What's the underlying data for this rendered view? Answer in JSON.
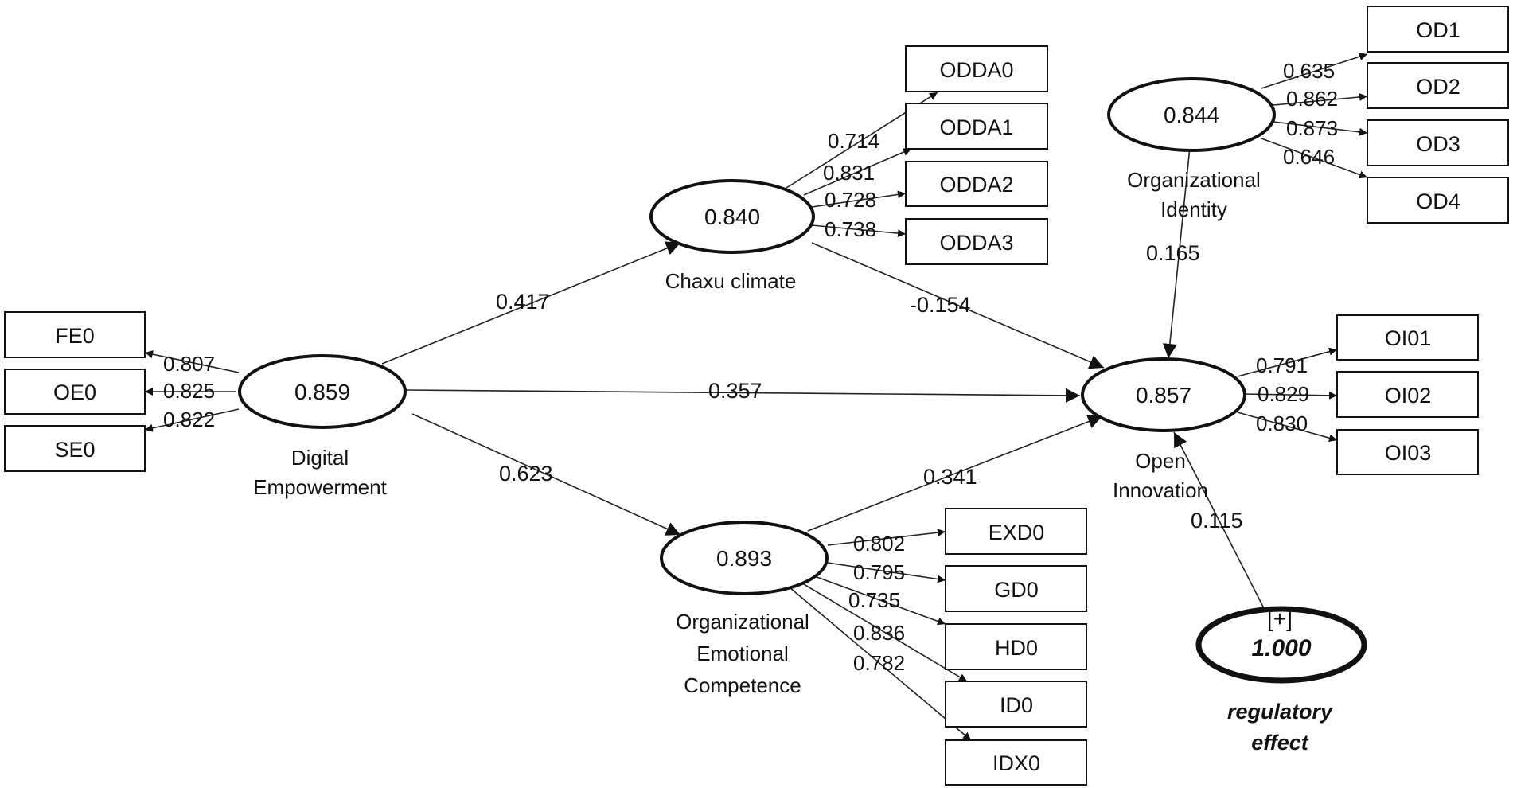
{
  "constructs": {
    "digital_empowerment": {
      "value": "0.859",
      "label_lines": [
        "Digital",
        "Empowerment"
      ]
    },
    "chaxu_climate": {
      "value": "0.840",
      "label_lines": [
        "Chaxu climate"
      ]
    },
    "emotional_competence": {
      "value": "0.893",
      "label_lines": [
        "Organizational",
        "Emotional",
        "Competence"
      ]
    },
    "organizational_identity": {
      "value": "0.844",
      "label_lines": [
        "Organizational",
        "Identity"
      ]
    },
    "open_innovation": {
      "value": "0.857",
      "label_lines": [
        "Open",
        "Innovation"
      ]
    },
    "moderator": {
      "value": "1.000",
      "tag": "[+]",
      "label_lines": [
        "regulatory",
        "effect"
      ]
    }
  },
  "indicators": {
    "digital_empowerment": [
      {
        "name": "FE0",
        "loading": "0.807"
      },
      {
        "name": "OE0",
        "loading": "0.825"
      },
      {
        "name": "SE0",
        "loading": "0.822"
      }
    ],
    "chaxu_climate": [
      {
        "name": "ODDA0",
        "loading": "0.714"
      },
      {
        "name": "ODDA1",
        "loading": "0.831"
      },
      {
        "name": "ODDA2",
        "loading": "0.728"
      },
      {
        "name": "ODDA3",
        "loading": "0.738"
      }
    ],
    "emotional_competence": [
      {
        "name": "EXD0",
        "loading": "0.802"
      },
      {
        "name": "GD0",
        "loading": "0.795"
      },
      {
        "name": "HD0",
        "loading": "0.735"
      },
      {
        "name": "ID0",
        "loading": "0.836"
      },
      {
        "name": "IDX0",
        "loading": "0.782"
      }
    ],
    "organizational_identity": [
      {
        "name": "OD1",
        "loading": "0.635"
      },
      {
        "name": "OD2",
        "loading": "0.862"
      },
      {
        "name": "OD3",
        "loading": "0.873"
      },
      {
        "name": "OD4",
        "loading": "0.646"
      }
    ],
    "open_innovation": [
      {
        "name": "OI01",
        "loading": "0.791"
      },
      {
        "name": "OI02",
        "loading": "0.829"
      },
      {
        "name": "OI03",
        "loading": "0.830"
      }
    ]
  },
  "paths": {
    "de_to_chaxu": "0.417",
    "de_to_oi": "0.357",
    "de_to_oec": "0.623",
    "chaxu_to_oi": "-0.154",
    "oec_to_oi": "0.341",
    "identity_to_oi": "0.165",
    "moderator_to_oi": "0.115"
  }
}
